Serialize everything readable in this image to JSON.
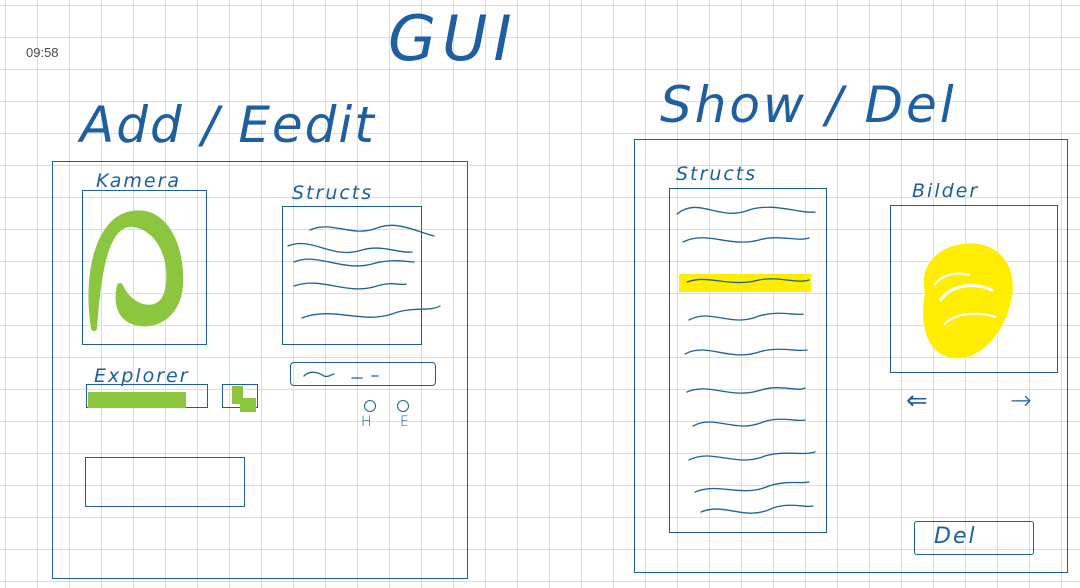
{
  "status": {
    "time": "09:58"
  },
  "title": "GUI",
  "add_edit": {
    "heading": "Add / Eedit",
    "kamera_label": "Kamera",
    "structs_label": "Structs",
    "explorer_label": "Explorer",
    "radio_labels": [
      "H",
      "E"
    ]
  },
  "show_del": {
    "heading": "Show / Del",
    "structs_label": "Structs",
    "bilder_label": "Bilder",
    "prev_arrow": "⇐",
    "next_arrow": "→",
    "del_label": "Del"
  },
  "colors": {
    "ink": "#1d5fa0",
    "grid": "#cde3f4",
    "green_highlight": "#8cc63f",
    "yellow_highlight": "#ffee00"
  }
}
